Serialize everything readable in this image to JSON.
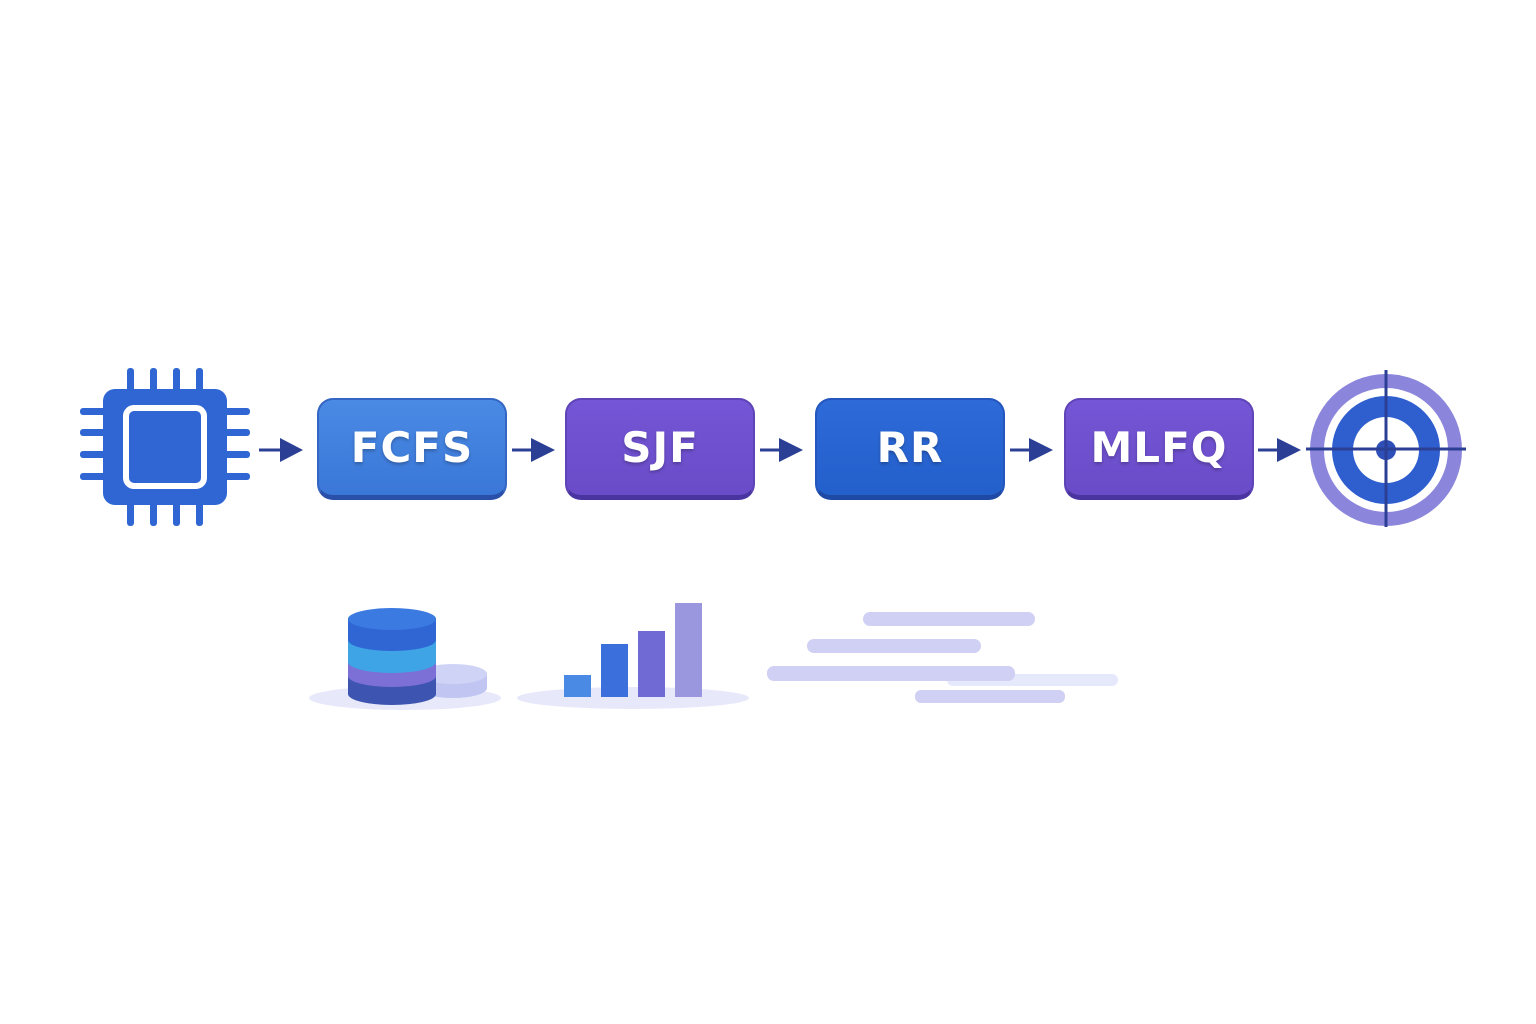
{
  "diagram": {
    "steps": [
      {
        "label": "FCFS",
        "color": "#3a77d8"
      },
      {
        "label": "SJF",
        "color": "#6a4cc8"
      },
      {
        "label": "RR",
        "color": "#2460cc"
      },
      {
        "label": "MLFQ",
        "color": "#6a4cc8"
      }
    ],
    "start_icon": "cpu-chip-icon",
    "end_icon": "target-icon",
    "arrow_color": "#2b3f95",
    "bottom_icons": [
      "database-stack-icon",
      "bar-chart-icon",
      "timeline-bars-icon"
    ]
  }
}
